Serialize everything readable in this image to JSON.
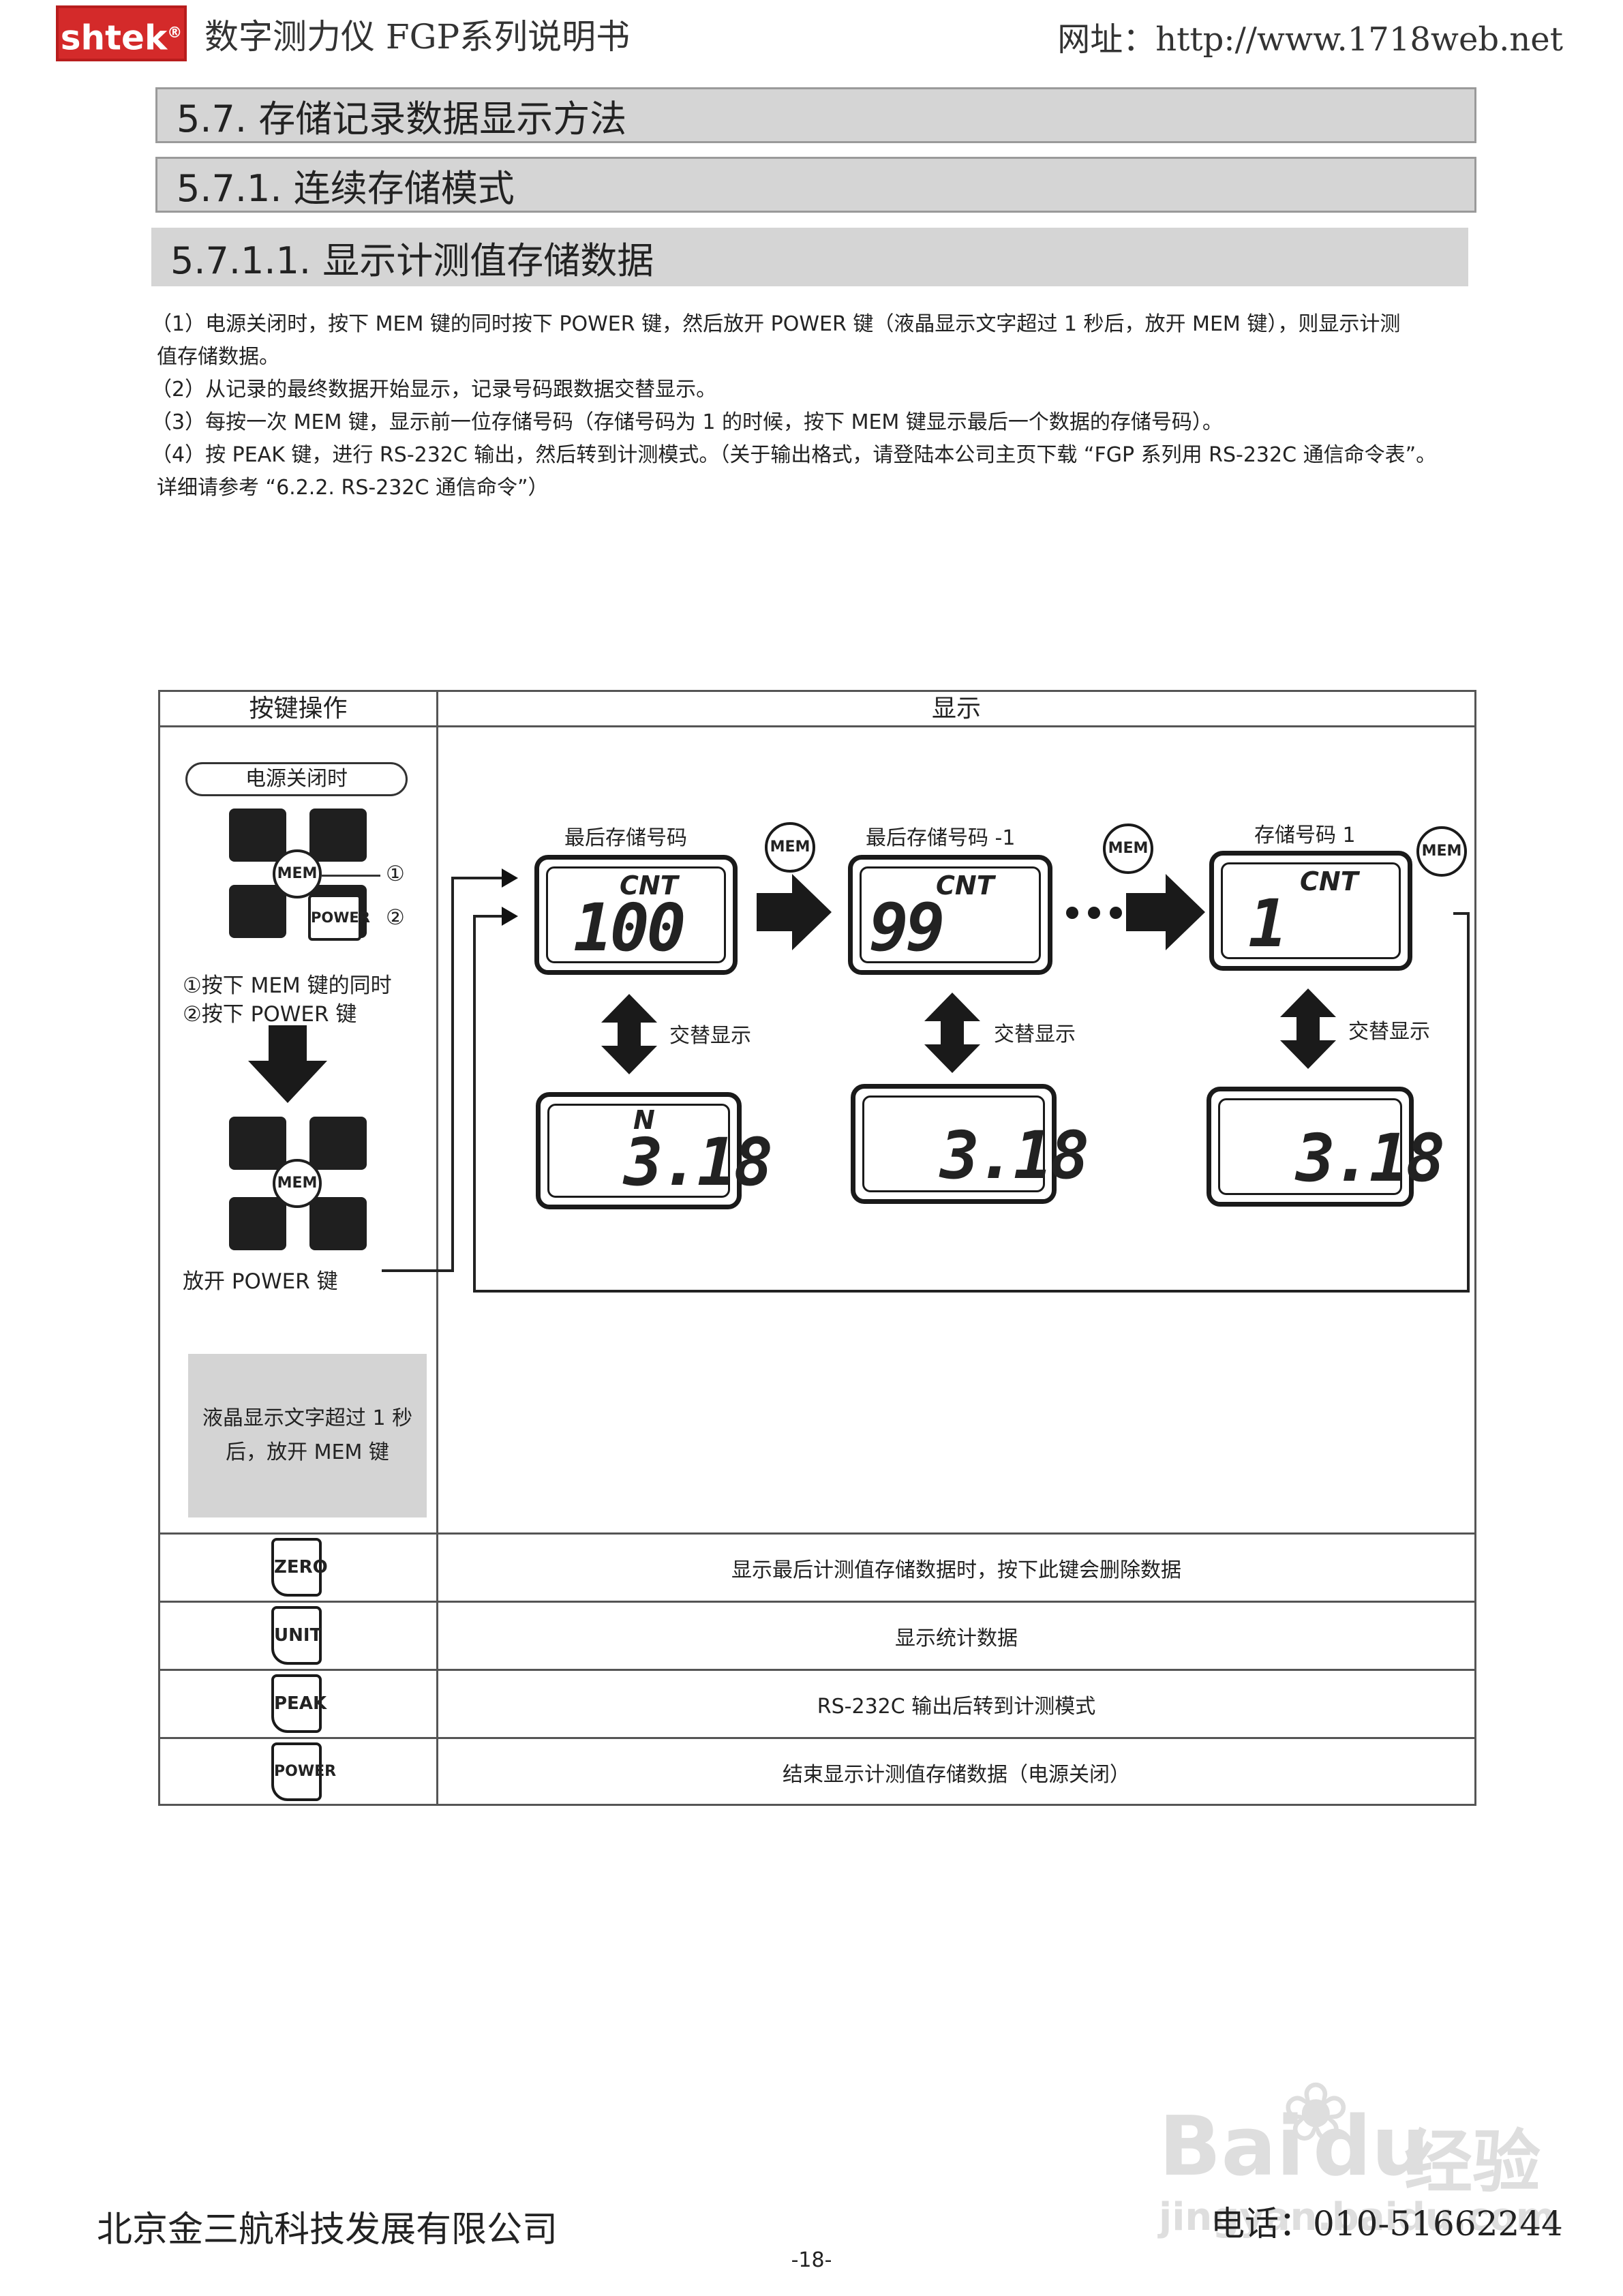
{
  "header": {
    "logo": "shtek",
    "logo_mark": "®",
    "doc_title": "数字测力仪 FGP系列说明书",
    "website": "网址：http://www.1718web.net"
  },
  "sections": {
    "s1": "5.7. 存储记录数据显示方法",
    "s2": "5.7.1. 连续存储模式",
    "s3": "5.7.1.1. 显示计测值存储数据"
  },
  "paragraphs": {
    "p1a": "（1）电源关闭时，按下 MEM 键的同时按下 POWER 键，然后放开 POWER 键（液晶显示文字超过 1 秒后，放开 MEM 键），则显示计测",
    "p1b": "值存储数据。",
    "p2": "（2）从记录的最终数据开始显示，记录号码跟数据交替显示。",
    "p3": "（3）每按一次 MEM 键，显示前一位存储号码（存储号码为 1 的时候，按下 MEM 键显示最后一个数据的存储号码）。",
    "p4a": "（4）按 PEAK 键，进行 RS-232C 输出，然后转到计测模式。（关于输出格式，请登陆本公司主页下载 “FGP 系列用 RS-232C 通信命令表”。",
    "p4b": "详细请参考 “6.2.2. RS-232C 通信命令”）"
  },
  "table": {
    "col_keys": "按键操作",
    "col_display": "显示",
    "power_off_label": "电源关闭时",
    "key_mem": "MEM",
    "key_power": "POWER",
    "marker1": "①",
    "marker2": "②",
    "step1": "①按下 MEM 键的同时",
    "step2": "②按下 POWER 键",
    "release_power": "放开 POWER 键",
    "note": "液晶显示文字超过 1 秒后，放开 MEM 键",
    "note_line1": "液晶显示文字超过 1 秒",
    "note_line2": "后，放开 MEM 键",
    "displays": [
      {
        "title": "最后存储号码",
        "label": "CNT",
        "value": "100",
        "data_label": "N",
        "data_value": "3.18",
        "alt": "交替显示"
      },
      {
        "title": "最后存储号码 -1",
        "label": "CNT",
        "value": "99",
        "data_label": "",
        "data_value": "3.18",
        "alt": "交替显示"
      },
      {
        "title": "存储号码 1",
        "label": "CNT",
        "value": "1",
        "data_label": "",
        "data_value": "3.18",
        "alt": "交替显示"
      }
    ],
    "rows": [
      {
        "key": "ZERO",
        "desc": "显示最后计测值存储数据时，按下此键会删除数据"
      },
      {
        "key": "UNIT",
        "desc": "显示统计数据"
      },
      {
        "key": "PEAK",
        "desc": "RS-232C 输出后转到计测模式"
      },
      {
        "key": "POWER",
        "desc": "结束显示计测值存储数据（电源关闭）"
      }
    ]
  },
  "footer": {
    "company": "北京金三航科技发展有限公司",
    "phone": "电话：010-51662244",
    "page": "-18-"
  },
  "watermark": {
    "brand": "Bai",
    "brand2": "du",
    "text": "经验",
    "url": "jingyan.baidu.com"
  }
}
